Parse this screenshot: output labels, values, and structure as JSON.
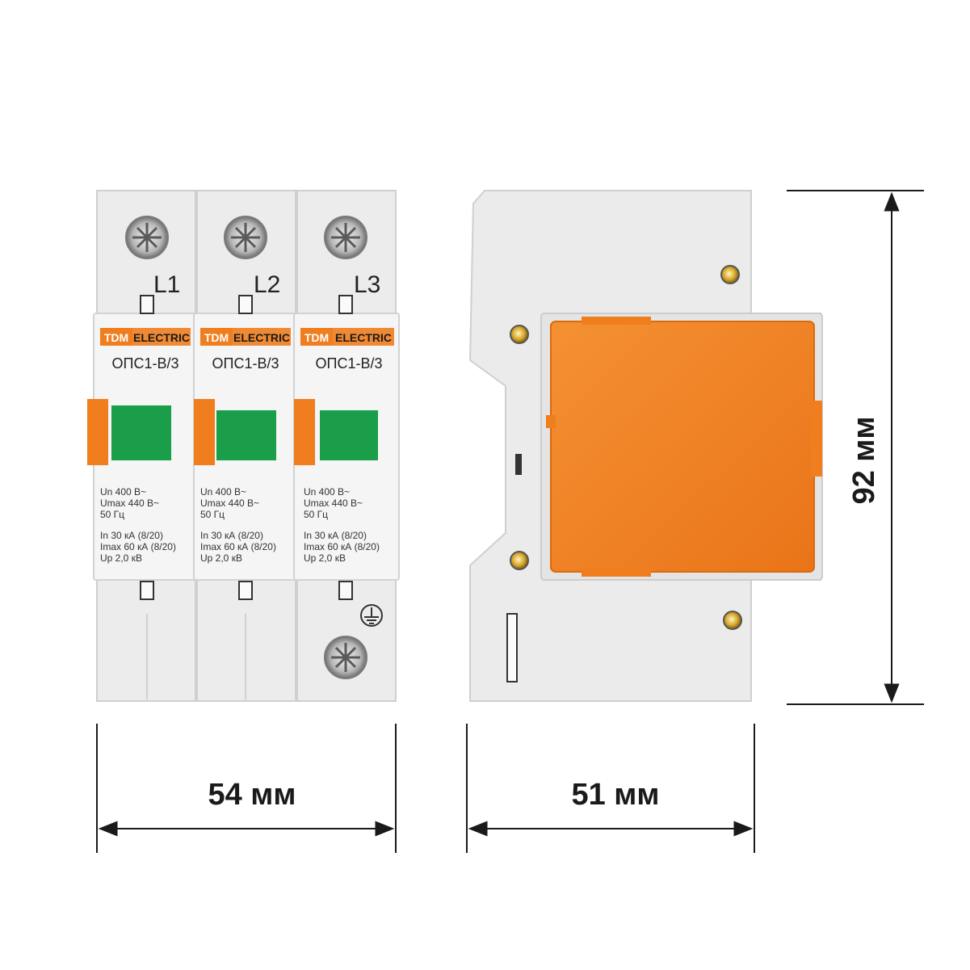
{
  "front_view": {
    "poles": [
      {
        "terminal_label": "L1",
        "brand_logo": "TDM",
        "brand_name": "ELECTRIC",
        "model": "ОПС1-B/3",
        "specs": {
          "un": "Un 400 В~",
          "umax": "Umax 440 В~",
          "freq": "50 Гц",
          "in": "In 30 кА (8/20)",
          "imax": "Imax 60 кА (8/20)",
          "up": "Up 2,0 кВ"
        }
      },
      {
        "terminal_label": "L2",
        "brand_logo": "TDM",
        "brand_name": "ELECTRIC",
        "model": "ОПС1-B/3",
        "specs": {
          "un": "Un 400 В~",
          "umax": "Umax 440 В~",
          "freq": "50 Гц",
          "in": "In 30 кА (8/20)",
          "imax": "Imax 60 кА (8/20)",
          "up": "Up 2,0 кВ"
        }
      },
      {
        "terminal_label": "L3",
        "brand_logo": "TDM",
        "brand_name": "ELECTRIC",
        "model": "ОПС1-B/3",
        "specs": {
          "un": "Un 400 В~",
          "umax": "Umax 440 В~",
          "freq": "50 Гц",
          "in": "In 30 кА (8/20)",
          "imax": "Imax 60 кА (8/20)",
          "up": "Up 2,0 кВ"
        }
      }
    ],
    "ground_icon": "ground-icon"
  },
  "dimensions": {
    "front_width": "54 мм",
    "side_depth": "51 мм",
    "height": "92 мм"
  },
  "colors": {
    "housing": "#ebebeb",
    "orange": "#f07d1e",
    "indicator_green": "#1a9e4a",
    "dimension_line": "#1a1a1a"
  }
}
